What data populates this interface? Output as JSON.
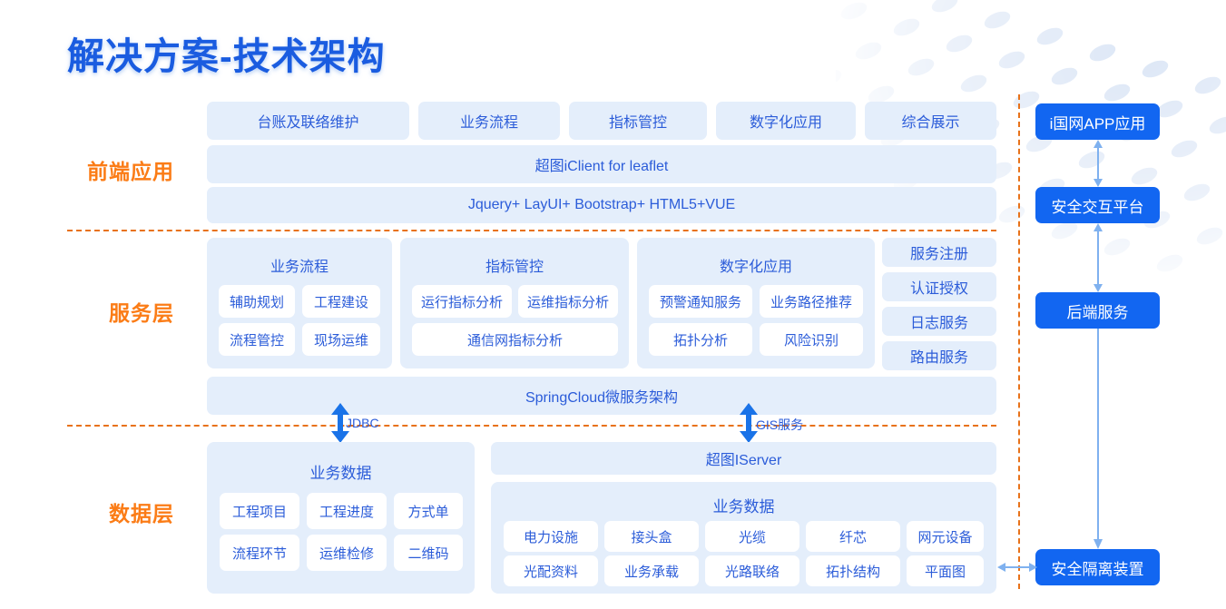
{
  "page": {
    "title": "解决方案-技术架构",
    "accent_blue": "#1a5ce0",
    "accent_orange": "#fb7c16",
    "box_bg": "#e4eefb",
    "solid_blue": "#1266f1",
    "divider_color": "#e8721a"
  },
  "layers": {
    "front": "前端应用",
    "service": "服务层",
    "data": "数据层"
  },
  "front_end": {
    "modules": [
      "台账及联络维护",
      "业务流程",
      "指标管控",
      "数字化应用",
      "综合展示"
    ],
    "map_client": "超图iClient for leaflet",
    "tech_stack": "Jquery+ LayUI+ Bootstrap+ HTML5+VUE"
  },
  "service_layer": {
    "groups": [
      {
        "title": "业务流程",
        "items": [
          "辅助规划",
          "工程建设",
          "流程管控",
          "现场运维"
        ]
      },
      {
        "title": "指标管控",
        "items": [
          "运行指标分析",
          "运维指标分析",
          "通信网指标分析"
        ]
      },
      {
        "title": "数字化应用",
        "items": [
          "预警通知服务",
          "业务路径推荐",
          "拓扑分析",
          "风险识别"
        ]
      }
    ],
    "common_services": [
      "服务注册",
      "认证授权",
      "日志服务",
      "路由服务"
    ],
    "framework": "SpringCloud微服务架构"
  },
  "connectors": {
    "jdbc": "JDBC",
    "gis": "GIS服务"
  },
  "data_layer": {
    "business_data_title": "业务数据",
    "business_data_items": [
      "工程项目",
      "工程进度",
      "方式单",
      "流程环节",
      "运维检修",
      "二维码"
    ],
    "iserver": "超图IServer",
    "gis_data_title": "业务数据",
    "gis_data_items": [
      "电力设施",
      "接头盒",
      "光缆",
      "纤芯",
      "网元设备",
      "光配资料",
      "业务承载",
      "光路联络",
      "拓扑结构",
      "平面图"
    ]
  },
  "right_column": {
    "app": "i国网APP应用",
    "platform": "安全交互平台",
    "backend": "后端服务",
    "isolation": "安全隔离装置"
  }
}
